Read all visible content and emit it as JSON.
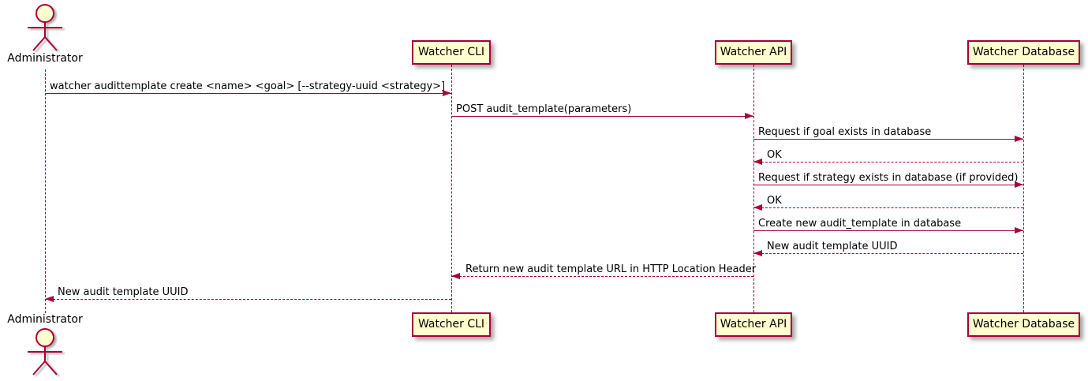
{
  "diagram": {
    "type": "uml-sequence-diagram",
    "colors": {
      "background": "#FFFFFF",
      "participant_fill": "#FEFECE",
      "participant_border": "#A80036",
      "arrow": "#A80036",
      "text": "#000000"
    },
    "participants": [
      {
        "name": "Administrator",
        "kind": "actor"
      },
      {
        "name": "Watcher CLI",
        "kind": "participant"
      },
      {
        "name": "Watcher API",
        "kind": "participant"
      },
      {
        "name": "Watcher Database",
        "kind": "participant"
      }
    ],
    "messages": [
      {
        "from": "Administrator",
        "to": "Watcher CLI",
        "line": "solid",
        "label": "watcher audittemplate create <name> <goal> [--strategy-uuid <strategy>]"
      },
      {
        "from": "Watcher CLI",
        "to": "Watcher API",
        "line": "solid",
        "label": "POST audit_template(parameters)"
      },
      {
        "from": "Watcher API",
        "to": "Watcher Database",
        "line": "solid",
        "label": "Request if goal exists in database"
      },
      {
        "from": "Watcher Database",
        "to": "Watcher API",
        "line": "dashed",
        "label": "OK"
      },
      {
        "from": "Watcher API",
        "to": "Watcher Database",
        "line": "solid",
        "label": "Request if strategy exists in database (if provided)"
      },
      {
        "from": "Watcher Database",
        "to": "Watcher API",
        "line": "dashed",
        "label": "OK"
      },
      {
        "from": "Watcher API",
        "to": "Watcher Database",
        "line": "solid",
        "label": "Create new audit_template in database"
      },
      {
        "from": "Watcher Database",
        "to": "Watcher API",
        "line": "dashed",
        "label": "New audit template UUID"
      },
      {
        "from": "Watcher API",
        "to": "Watcher CLI",
        "line": "dashed",
        "label": "Return new audit template URL in HTTP Location Header"
      },
      {
        "from": "Watcher CLI",
        "to": "Administrator",
        "line": "dashed",
        "label": "New audit template UUID"
      }
    ]
  }
}
